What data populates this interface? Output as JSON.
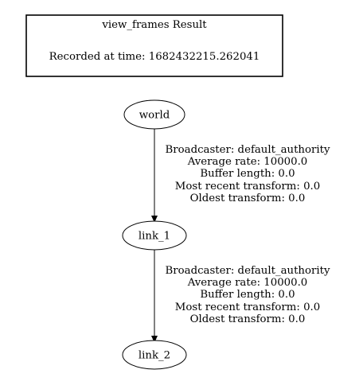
{
  "header": {
    "title": "view_frames Result",
    "recorded": "Recorded at time: 1682432215.262041"
  },
  "nodes": [
    {
      "id": "world",
      "label": "world"
    },
    {
      "id": "link_1",
      "label": "link_1"
    },
    {
      "id": "link_2",
      "label": "link_2"
    }
  ],
  "edges": [
    {
      "from": "world",
      "to": "link_1",
      "broadcaster": "Broadcaster: default_authority",
      "average_rate": "Average rate: 10000.0",
      "buffer_length": "Buffer length: 0.0",
      "most_recent": "Most recent transform: 0.0",
      "oldest": "Oldest transform: 0.0"
    },
    {
      "from": "link_1",
      "to": "link_2",
      "broadcaster": "Broadcaster: default_authority",
      "average_rate": "Average rate: 10000.0",
      "buffer_length": "Buffer length: 0.0",
      "most_recent": "Most recent transform: 0.0",
      "oldest": "Oldest transform: 0.0"
    }
  ]
}
